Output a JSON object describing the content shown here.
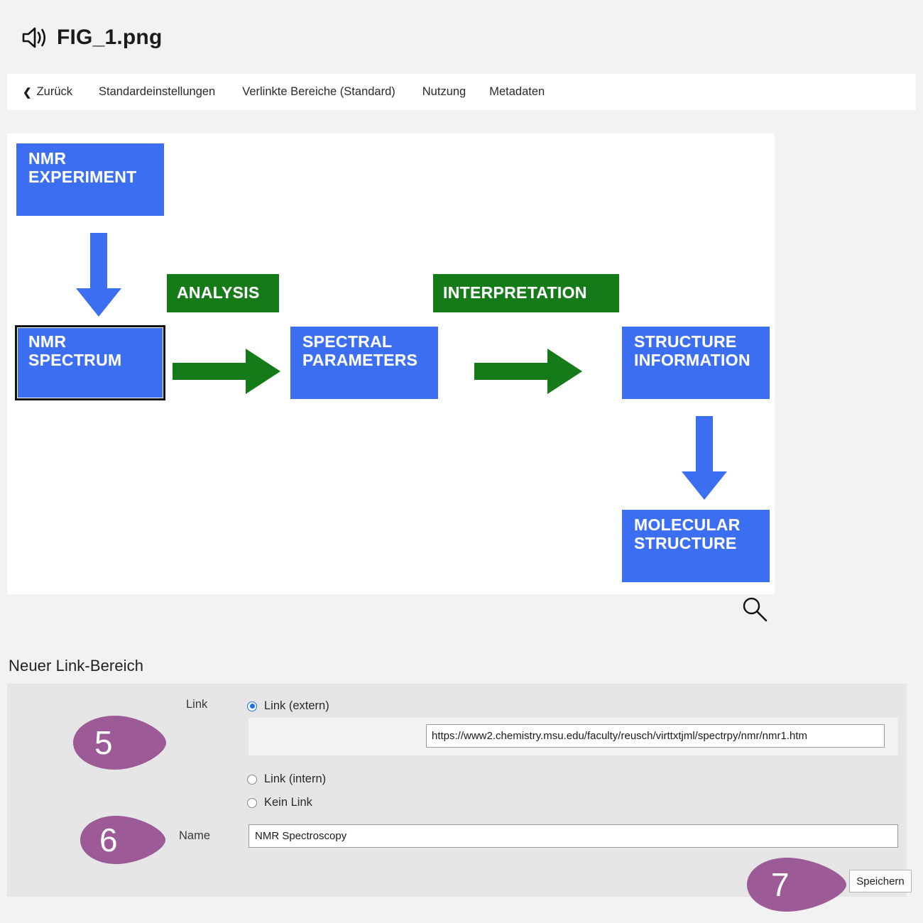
{
  "header": {
    "icon": "speaker-sound-icon",
    "title": "FIG_1.png"
  },
  "navbar": {
    "back_label": "Zurück",
    "items": [
      {
        "label": "Standardeinstellungen"
      },
      {
        "label": "Verlinkte Bereiche (Standard)"
      },
      {
        "label": "Nutzung"
      },
      {
        "label": "Metadaten"
      }
    ]
  },
  "image_panel": {
    "zoom_icon": "magnifier-icon",
    "colors": {
      "blue": "#3b6ef0",
      "green": "#157a18",
      "selection": "#111111"
    },
    "diagram": {
      "title": "NMR workflow flowchart",
      "boxes": [
        {
          "id": "nmr-experiment",
          "label": "NMR\nEXPERIMENT",
          "color": "blue",
          "selected": false
        },
        {
          "id": "nmr-spectrum",
          "label": "NMR\nSPECTRUM",
          "color": "blue",
          "selected": true
        },
        {
          "id": "spectral-parameters",
          "label": "SPECTRAL\nPARAMETERS",
          "color": "blue",
          "selected": false
        },
        {
          "id": "structure-information",
          "label": "STRUCTURE\nINFORMATION",
          "color": "blue",
          "selected": false
        },
        {
          "id": "molecular-structure",
          "label": "MOLECULAR\nSTRUCTURE",
          "color": "blue",
          "selected": false
        },
        {
          "id": "analysis",
          "label": "ANALYSIS",
          "color": "green",
          "selected": false
        },
        {
          "id": "interpretation",
          "label": "INTERPRETATION",
          "color": "green",
          "selected": false
        }
      ],
      "box_text": {
        "nmr_experiment_l1": "NMR",
        "nmr_experiment_l2": "EXPERIMENT",
        "nmr_spectrum_l1": "NMR",
        "nmr_spectrum_l2": "SPECTRUM",
        "spectral_l1": "SPECTRAL",
        "spectral_l2": "PARAMETERS",
        "structinfo_l1": "STRUCTURE",
        "structinfo_l2": "INFORMATION",
        "molecular_l1": "MOLECULAR",
        "molecular_l2": "STRUCTURE",
        "analysis": "ANALYSIS",
        "interpretation": "INTERPRETATION"
      },
      "arrows": [
        {
          "id": "nmr-experiment-to-nmr-spectrum",
          "direction": "down",
          "color": "blue"
        },
        {
          "id": "nmr-spectrum-to-spectral",
          "direction": "right",
          "color": "green"
        },
        {
          "id": "spectral-to-structinfo",
          "direction": "right",
          "color": "green"
        },
        {
          "id": "structinfo-to-molecular",
          "direction": "down",
          "color": "blue"
        }
      ]
    }
  },
  "form": {
    "heading": "Neuer Link-Bereich",
    "link_label": "Link",
    "name_label": "Name",
    "radios": [
      {
        "id": "link-extern",
        "label": "Link (extern)",
        "checked": true
      },
      {
        "id": "link-intern",
        "label": "Link (intern)",
        "checked": false
      },
      {
        "id": "kein-link",
        "label": "Kein Link",
        "checked": false
      }
    ],
    "radio_extern_label": "Link (extern)",
    "radio_intern_label": "Link (intern)",
    "radio_none_label": "Kein Link",
    "url_value": "https://www2.chemistry.msu.edu/faculty/reusch/virttxtjml/spectrpy/nmr/nmr1.htm",
    "name_value": "NMR Spectroscopy",
    "save_label": "Speichern"
  },
  "callouts": [
    {
      "number": "5",
      "target": "link-radio-group"
    },
    {
      "number": "6",
      "target": "name-field"
    },
    {
      "number": "7",
      "target": "save-button"
    }
  ],
  "callout_numbers": {
    "five": "5",
    "six": "6",
    "seven": "7"
  },
  "theme": {
    "callout_purple": "#9c5a96",
    "page_bg": "#f2f2f2",
    "panel_bg": "#e6e6e6"
  }
}
